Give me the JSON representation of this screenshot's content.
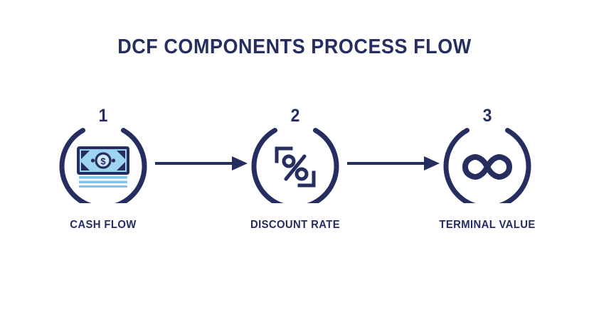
{
  "page": {
    "background_color": "#ffffff",
    "title": "DCF COMPONENTS PROCESS FLOW",
    "accent_navy": "#252e5f",
    "accent_light_blue": "#9fd4f0",
    "accent_mid_blue": "#7fc4e8"
  },
  "flow": {
    "steps": [
      {
        "number": "1",
        "label": "CASH FLOW",
        "icon": "money-stack-icon"
      },
      {
        "number": "2",
        "label": "DISCOUNT RATE",
        "icon": "percent-bracket-icon"
      },
      {
        "number": "3",
        "label": "TERMINAL VALUE",
        "icon": "infinity-icon"
      }
    ],
    "connectors": [
      {
        "name": "arrow-1",
        "from": "1",
        "to": "2"
      },
      {
        "name": "arrow-2",
        "from": "2",
        "to": "3"
      }
    ]
  }
}
